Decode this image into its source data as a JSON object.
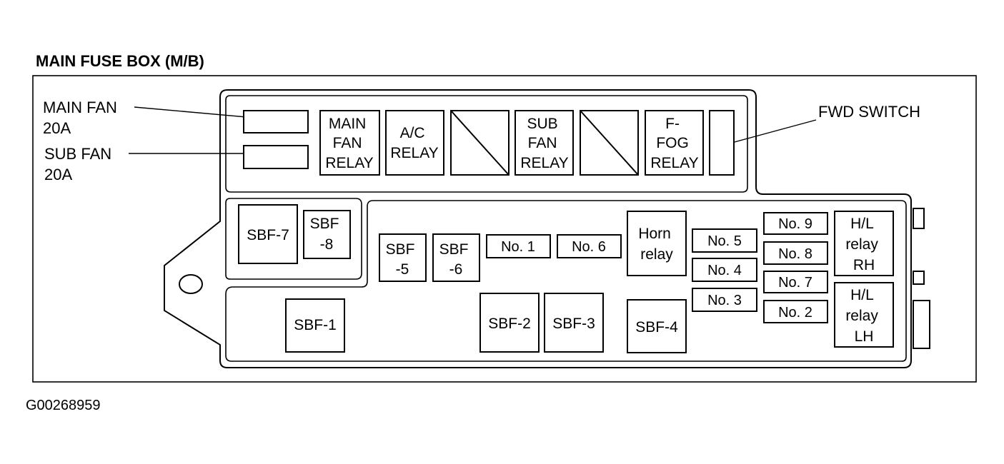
{
  "title": "MAIN FUSE BOX (M/B)",
  "code": "G00268959",
  "callouts": {
    "main_fan": [
      "MAIN FAN",
      "20A"
    ],
    "sub_fan": [
      "SUB FAN",
      "20A"
    ],
    "fwd_switch": "FWD SWITCH"
  },
  "relays": {
    "main_fan": [
      "MAIN",
      "FAN",
      "RELAY"
    ],
    "ac": [
      "A/C",
      "RELAY"
    ],
    "sub_fan": [
      "SUB",
      "FAN",
      "RELAY"
    ],
    "f_fog": [
      "F-",
      "FOG",
      "RELAY"
    ]
  },
  "fuses": {
    "sbf7": "SBF-7",
    "sbf8": [
      "SBF",
      "-8"
    ],
    "sbf5": [
      "SBF",
      "-5"
    ],
    "sbf6": [
      "SBF",
      "-6"
    ],
    "no1": "No. 1",
    "no6": "No. 6",
    "horn": [
      "Horn",
      "relay"
    ],
    "no5": "No. 5",
    "no4": "No. 4",
    "no3": "No. 3",
    "no9": "No. 9",
    "no8": "No. 8",
    "no7": "No. 7",
    "no2": "No. 2",
    "hl_rh": [
      "H/L",
      "relay",
      "RH"
    ],
    "hl_lh": [
      "H/L",
      "relay",
      "LH"
    ],
    "sbf1": "SBF-1",
    "sbf2": "SBF-2",
    "sbf3": "SBF-3",
    "sbf4": "SBF-4"
  }
}
